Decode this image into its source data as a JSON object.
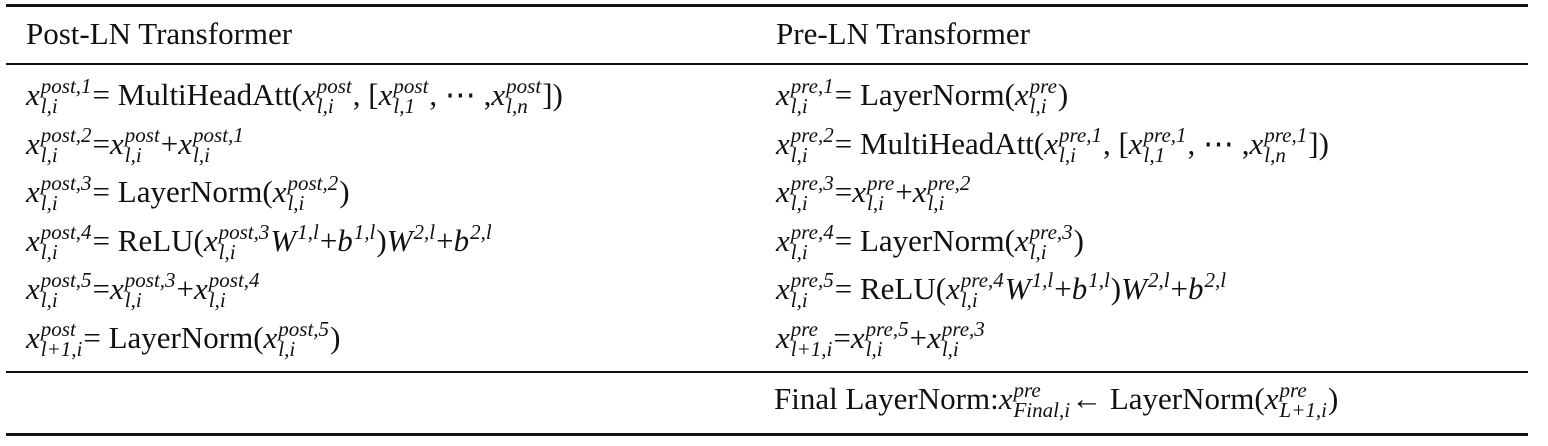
{
  "table": {
    "header": {
      "post_title": "Post-LN Transformer",
      "pre_title": "Pre-LN Transformer"
    },
    "post_equations": [
      [
        [
          "it",
          "x"
        ],
        [
          "sup",
          "post,1"
        ],
        [
          "sub",
          "l,i"
        ],
        [
          "rm",
          " = MultiHeadAtt("
        ],
        [
          "it",
          "x"
        ],
        [
          "sup",
          "post"
        ],
        [
          "sub",
          "l,i"
        ],
        [
          "rm",
          ", ["
        ],
        [
          "it",
          "x"
        ],
        [
          "sup",
          "post"
        ],
        [
          "sub",
          "l,1"
        ],
        [
          "rm",
          ", ⋯ , "
        ],
        [
          "it",
          "x"
        ],
        [
          "sup",
          "post"
        ],
        [
          "sub",
          "l,n"
        ],
        [
          "rm",
          "])"
        ]
      ],
      [
        [
          "it",
          "x"
        ],
        [
          "sup",
          "post,2"
        ],
        [
          "sub",
          "l,i"
        ],
        [
          "rm",
          " = "
        ],
        [
          "it",
          "x"
        ],
        [
          "sup",
          "post"
        ],
        [
          "sub",
          "l,i"
        ],
        [
          "rm",
          " + "
        ],
        [
          "it",
          "x"
        ],
        [
          "sup",
          "post,1"
        ],
        [
          "sub",
          "l,i"
        ]
      ],
      [
        [
          "it",
          "x"
        ],
        [
          "sup",
          "post,3"
        ],
        [
          "sub",
          "l,i"
        ],
        [
          "rm",
          " = LayerNorm("
        ],
        [
          "it",
          "x"
        ],
        [
          "sup",
          "post,2"
        ],
        [
          "sub",
          "l,i"
        ],
        [
          "rm",
          ")"
        ]
      ],
      [
        [
          "it",
          "x"
        ],
        [
          "sup",
          "post,4"
        ],
        [
          "sub",
          "l,i"
        ],
        [
          "rm",
          " = ReLU("
        ],
        [
          "it",
          "x"
        ],
        [
          "sup",
          "post,3"
        ],
        [
          "sub",
          "l,i"
        ],
        [
          "it",
          "W"
        ],
        [
          "sup",
          "1,l"
        ],
        [
          "rm",
          " + "
        ],
        [
          "it",
          "b"
        ],
        [
          "sup",
          "1,l"
        ],
        [
          "rm",
          ")"
        ],
        [
          "it",
          "W"
        ],
        [
          "sup",
          "2,l"
        ],
        [
          "rm",
          " + "
        ],
        [
          "it",
          "b"
        ],
        [
          "sup",
          "2,l"
        ]
      ],
      [
        [
          "it",
          "x"
        ],
        [
          "sup",
          "post,5"
        ],
        [
          "sub",
          "l,i"
        ],
        [
          "rm",
          " = "
        ],
        [
          "it",
          "x"
        ],
        [
          "sup",
          "post,3"
        ],
        [
          "sub",
          "l,i"
        ],
        [
          "rm",
          " + "
        ],
        [
          "it",
          "x"
        ],
        [
          "sup",
          "post,4"
        ],
        [
          "sub",
          "l,i"
        ]
      ],
      [
        [
          "it",
          "x"
        ],
        [
          "sup",
          "post"
        ],
        [
          "sub",
          "l+1,i"
        ],
        [
          "rm",
          " = LayerNorm("
        ],
        [
          "it",
          "x"
        ],
        [
          "sup",
          "post,5"
        ],
        [
          "sub",
          "l,i"
        ],
        [
          "rm",
          ")"
        ]
      ]
    ],
    "pre_equations": [
      [
        [
          "it",
          "x"
        ],
        [
          "sup",
          "pre,1"
        ],
        [
          "sub",
          "l,i"
        ],
        [
          "rm",
          " = LayerNorm("
        ],
        [
          "it",
          "x"
        ],
        [
          "sup",
          "pre"
        ],
        [
          "sub",
          "l,i"
        ],
        [
          "rm",
          ")"
        ]
      ],
      [
        [
          "it",
          "x"
        ],
        [
          "sup",
          "pre,2"
        ],
        [
          "sub",
          "l,i"
        ],
        [
          "rm",
          " = MultiHeadAtt("
        ],
        [
          "it",
          "x"
        ],
        [
          "sup",
          "pre,1"
        ],
        [
          "sub",
          "l,i"
        ],
        [
          "rm",
          ", ["
        ],
        [
          "it",
          "x"
        ],
        [
          "sup",
          "pre,1"
        ],
        [
          "sub",
          "l,1"
        ],
        [
          "rm",
          ", ⋯ , "
        ],
        [
          "it",
          "x"
        ],
        [
          "sup",
          "pre,1"
        ],
        [
          "sub",
          "l,n"
        ],
        [
          "rm",
          "])"
        ]
      ],
      [
        [
          "it",
          "x"
        ],
        [
          "sup",
          "pre,3"
        ],
        [
          "sub",
          "l,i"
        ],
        [
          "rm",
          " = "
        ],
        [
          "it",
          "x"
        ],
        [
          "sup",
          "pre"
        ],
        [
          "sub",
          "l,i"
        ],
        [
          "rm",
          " + "
        ],
        [
          "it",
          "x"
        ],
        [
          "sup",
          "pre,2"
        ],
        [
          "sub",
          "l,i"
        ]
      ],
      [
        [
          "it",
          "x"
        ],
        [
          "sup",
          "pre,4"
        ],
        [
          "sub",
          "l,i"
        ],
        [
          "rm",
          " = LayerNorm("
        ],
        [
          "it",
          "x"
        ],
        [
          "sup",
          "pre,3"
        ],
        [
          "sub",
          "l,i"
        ],
        [
          "rm",
          ")"
        ]
      ],
      [
        [
          "it",
          "x"
        ],
        [
          "sup",
          "pre,5"
        ],
        [
          "sub",
          "l,i"
        ],
        [
          "rm",
          " = ReLU("
        ],
        [
          "it",
          "x"
        ],
        [
          "sup",
          "pre,4"
        ],
        [
          "sub",
          "l,i"
        ],
        [
          "it",
          "W"
        ],
        [
          "sup",
          "1,l"
        ],
        [
          "rm",
          " + "
        ],
        [
          "it",
          "b"
        ],
        [
          "sup",
          "1,l"
        ],
        [
          "rm",
          ")"
        ],
        [
          "it",
          "W"
        ],
        [
          "sup",
          "2,l"
        ],
        [
          "rm",
          " + "
        ],
        [
          "it",
          "b"
        ],
        [
          "sup",
          "2,l"
        ]
      ],
      [
        [
          "it",
          "x"
        ],
        [
          "sup",
          "pre"
        ],
        [
          "sub",
          "l+1,i"
        ],
        [
          "rm",
          " = "
        ],
        [
          "it",
          "x"
        ],
        [
          "sup",
          "pre,5"
        ],
        [
          "sub",
          "l,i"
        ],
        [
          "rm",
          " + "
        ],
        [
          "it",
          "x"
        ],
        [
          "sup",
          "pre,3"
        ],
        [
          "sub",
          "l,i"
        ]
      ]
    ],
    "final_row": [
      [
        "rm",
        "Final LayerNorm: "
      ],
      [
        "it",
        "x"
      ],
      [
        "sup",
        "pre"
      ],
      [
        "sub",
        "Final,i"
      ],
      [
        "rm",
        " ← LayerNorm("
      ],
      [
        "it",
        "x"
      ],
      [
        "sup",
        "pre"
      ],
      [
        "sub",
        "L+1,i"
      ],
      [
        "rm",
        ")"
      ]
    ]
  }
}
